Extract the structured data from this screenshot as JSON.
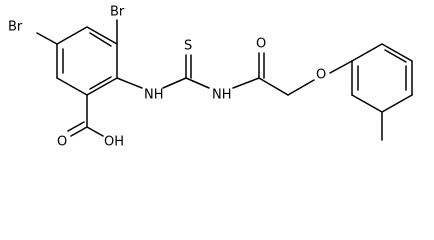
{
  "molecule": {
    "labels": {
      "br1": "Br",
      "br2": "Br",
      "nh1": "NH",
      "s": "S",
      "nh2": "NH",
      "o1": "O",
      "o2": "O",
      "acid_o": "O",
      "oh": "OH"
    }
  }
}
